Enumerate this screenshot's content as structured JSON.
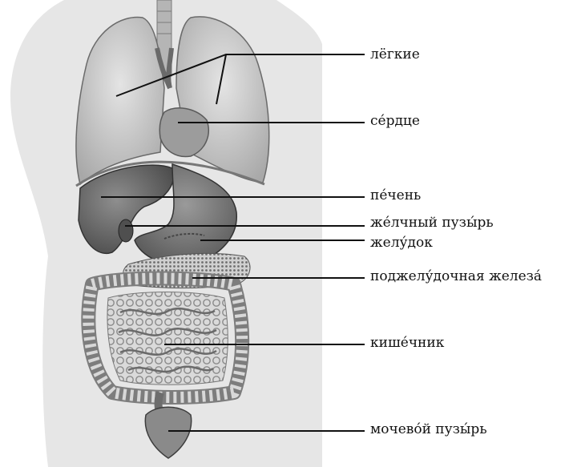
{
  "labels": [
    {
      "id": "lungs",
      "text": "лёгкие"
    },
    {
      "id": "heart",
      "text": "се́рдце"
    },
    {
      "id": "liver",
      "text": "пе́чень"
    },
    {
      "id": "gallbladder",
      "text": "же́лчный пузы́рь"
    },
    {
      "id": "stomach",
      "text": "желу́док"
    },
    {
      "id": "pancreas",
      "text": "поджелу́дочная железа́"
    },
    {
      "id": "intestine",
      "text": "кише́чник"
    },
    {
      "id": "bladder",
      "text": "мочево́й пузы́рь"
    }
  ]
}
